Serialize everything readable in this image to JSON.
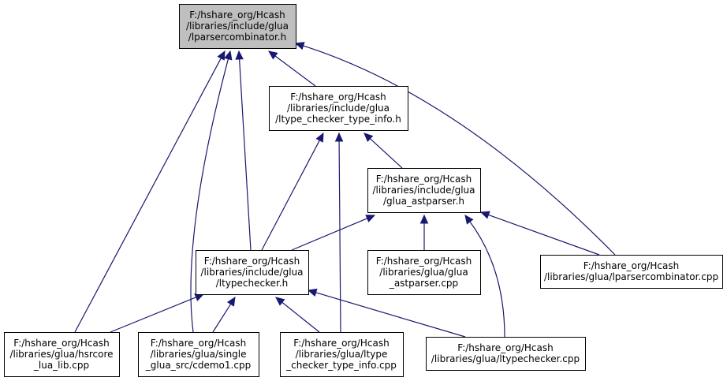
{
  "nodes": [
    {
      "id": "root",
      "lines": [
        "F:/hshare_org/Hcash",
        "/libraries/include/glua",
        "/lparsercombinator.h"
      ]
    },
    {
      "id": "typeinfo_h",
      "lines": [
        "F:/hshare_org/Hcash",
        "/libraries/include/glua",
        "/ltype_checker_type_info.h"
      ]
    },
    {
      "id": "astparser_h",
      "lines": [
        "F:/hshare_org/Hcash",
        "/libraries/include/glua",
        "/glua_astparser.h"
      ]
    },
    {
      "id": "typechecker_h",
      "lines": [
        "F:/hshare_org/Hcash",
        "/libraries/include/glua",
        "/ltypechecker.h"
      ]
    },
    {
      "id": "astparser_cpp",
      "lines": [
        "F:/hshare_org/Hcash",
        "/libraries/glua/glua",
        "_astparser.cpp"
      ]
    },
    {
      "id": "lparsercomb_cpp",
      "lines": [
        "F:/hshare_org/Hcash",
        "/libraries/glua/lparsercombinator.cpp"
      ]
    },
    {
      "id": "hsrcore_cpp",
      "lines": [
        "F:/hshare_org/Hcash",
        "/libraries/glua/hsrcore",
        "_lua_lib.cpp"
      ]
    },
    {
      "id": "cdemo_cpp",
      "lines": [
        "F:/hshare_org/Hcash",
        "/libraries/glua/single",
        "_glua_src/cdemo1.cpp"
      ]
    },
    {
      "id": "typeinfo_cpp",
      "lines": [
        "F:/hshare_org/Hcash",
        "/libraries/glua/ltype",
        "_checker_type_info.cpp"
      ]
    },
    {
      "id": "typechecker_cpp",
      "lines": [
        "F:/hshare_org/Hcash",
        "/libraries/glua/ltypechecker.cpp"
      ]
    }
  ],
  "edges": [
    {
      "from": "root",
      "to": "typeinfo_h"
    },
    {
      "from": "root",
      "to": "lparsercomb_cpp"
    },
    {
      "from": "root",
      "to": "hsrcore_cpp"
    },
    {
      "from": "root",
      "to": "cdemo_cpp"
    },
    {
      "from": "root",
      "to": "typechecker_h"
    },
    {
      "from": "typeinfo_h",
      "to": "astparser_h"
    },
    {
      "from": "typeinfo_h",
      "to": "typechecker_h"
    },
    {
      "from": "typeinfo_h",
      "to": "typeinfo_cpp"
    },
    {
      "from": "astparser_h",
      "to": "typechecker_h"
    },
    {
      "from": "astparser_h",
      "to": "astparser_cpp"
    },
    {
      "from": "astparser_h",
      "to": "lparsercomb_cpp"
    },
    {
      "from": "astparser_h",
      "to": "typechecker_cpp"
    },
    {
      "from": "typechecker_h",
      "to": "hsrcore_cpp"
    },
    {
      "from": "typechecker_h",
      "to": "cdemo_cpp"
    },
    {
      "from": "typechecker_h",
      "to": "typeinfo_cpp"
    },
    {
      "from": "typechecker_h",
      "to": "typechecker_cpp"
    }
  ]
}
